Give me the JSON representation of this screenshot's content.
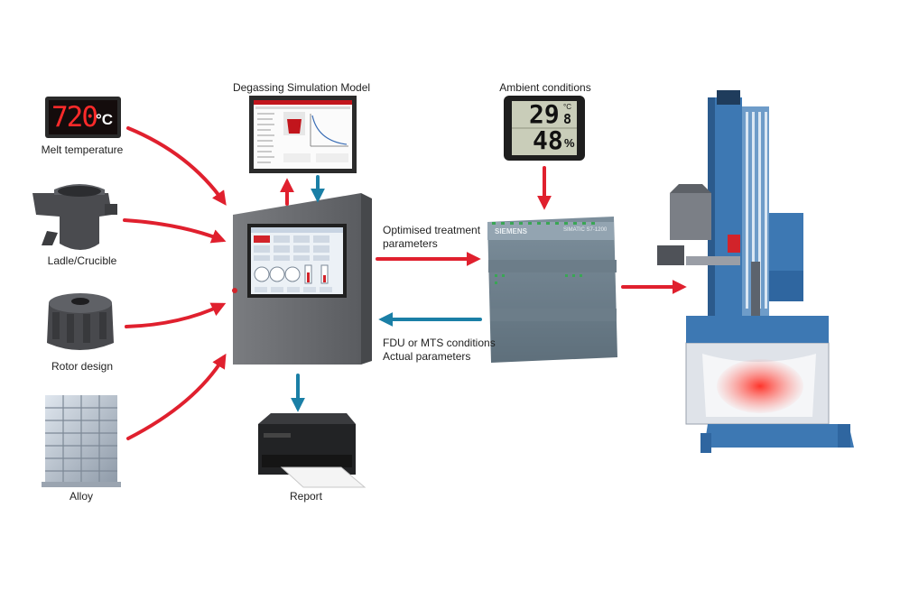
{
  "inputs": {
    "melt_temperature": {
      "label": "Melt temperature",
      "display_value": "720",
      "display_unit": "°C"
    },
    "ladle": {
      "label": "Ladle/Crucible"
    },
    "rotor": {
      "label": "Rotor design"
    },
    "alloy": {
      "label": "Alloy"
    }
  },
  "simulation": {
    "label": "Degassing Simulation Model"
  },
  "ambient": {
    "label": "Ambient conditions",
    "temperature": "29",
    "temperature_decimal": "8",
    "temperature_unit": "°C",
    "humidity": "48",
    "humidity_unit": "%"
  },
  "plc": {
    "brand": "SIEMENS",
    "model": "SIMATIC S7-1200"
  },
  "flows": {
    "to_plc": {
      "line1": "Optimised treatment",
      "line2": "parameters"
    },
    "from_plc": {
      "line1": "FDU or MTS conditions",
      "line2": "Actual parameters"
    }
  },
  "report": {
    "label": "Report"
  },
  "colors": {
    "arrow_red": "#e0202e",
    "arrow_blue": "#1a7fa6",
    "machine_blue": "#3d78b3"
  }
}
